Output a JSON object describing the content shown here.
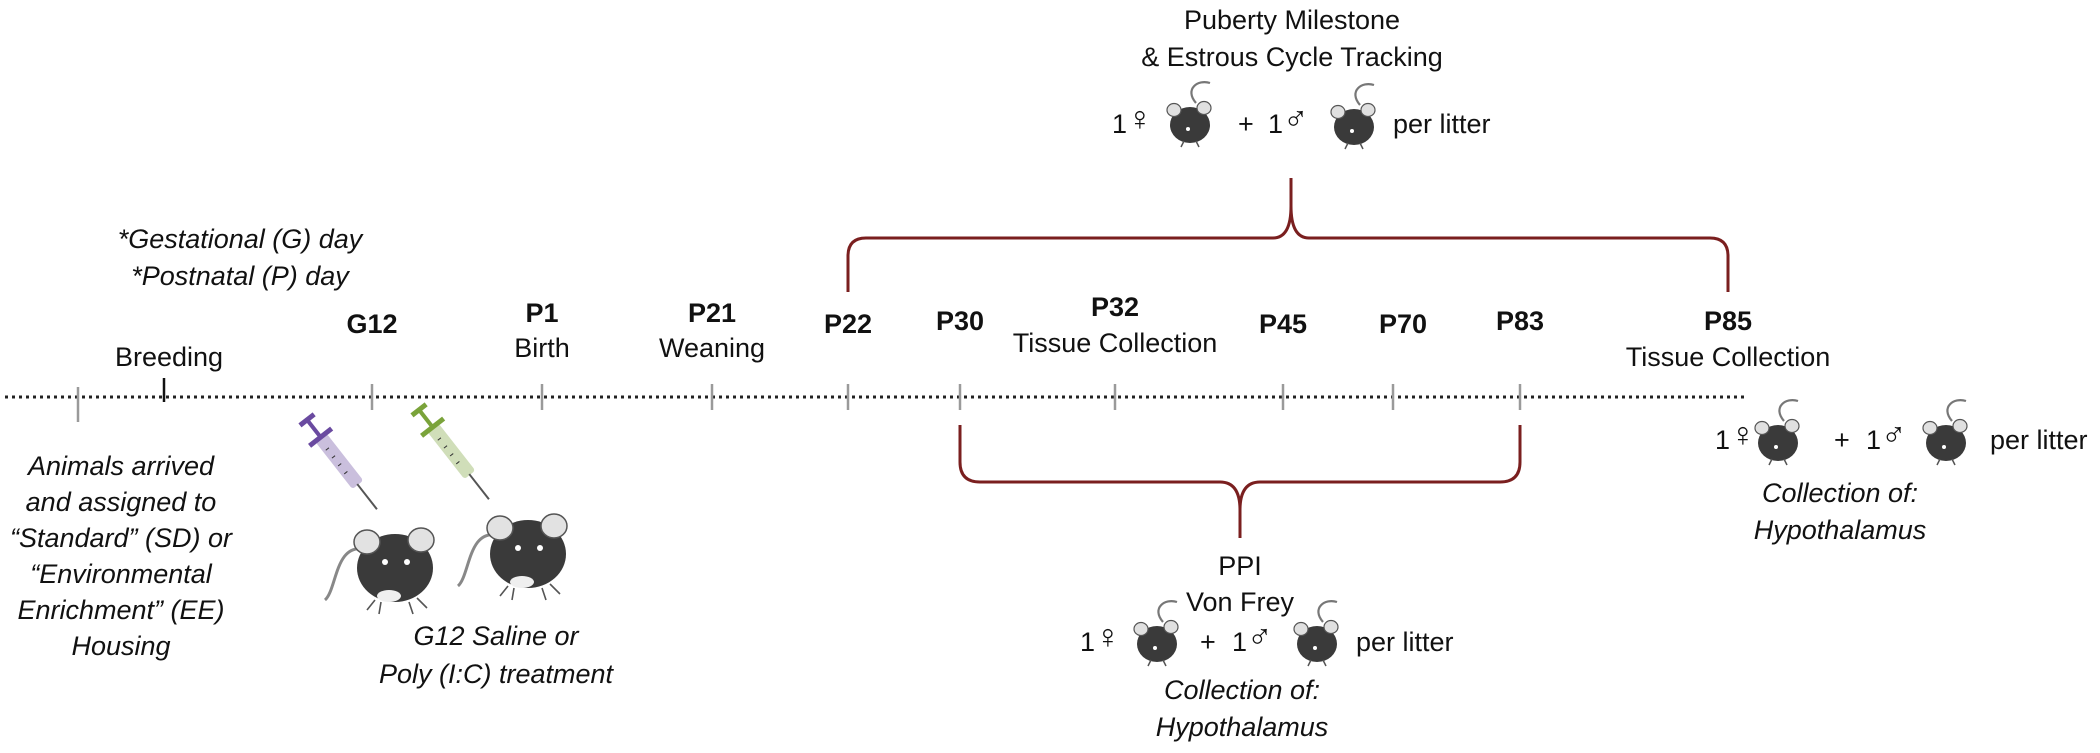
{
  "notes": [
    "*Gestational (G) day",
    "*Postnatal (P) day"
  ],
  "timepoints": {
    "breeding": "Breeding",
    "g12": "G12",
    "p1": "P1",
    "p1_label": "Birth",
    "p21": "P21",
    "p21_label": "Weaning",
    "p22": "P22",
    "p30": "P30",
    "p32": "P32",
    "p32_label": "Tissue Collection",
    "p45": "P45",
    "p70": "P70",
    "p83": "P83",
    "p85": "P85",
    "p85_label": "Tissue Collection"
  },
  "arrival_text": [
    "Animals arrived",
    "and assigned to",
    "“Standard” (SD) or",
    "“Environmental",
    "Enrichment” (EE)",
    "Housing"
  ],
  "treatment_text": [
    "G12 Saline or",
    "Poly (I:C) treatment"
  ],
  "puberty": {
    "title": [
      "Puberty Milestone",
      "& Estrous Cycle Tracking"
    ]
  },
  "behavior": {
    "lines": [
      "PPI",
      "Von Frey"
    ],
    "collection": [
      "Collection of:",
      "Hypothalamus"
    ]
  },
  "final": {
    "collection": [
      "Collection of:",
      "Hypothalamus"
    ]
  },
  "count_row": {
    "female_count": "1",
    "female_symbol": "♀",
    "plus": "+",
    "male_count": "1",
    "male_symbol": "♂",
    "suffix": "per litter"
  },
  "colors": {
    "bracket": "#7a1f1f",
    "syringe_purple": "#6a4aa0",
    "syringe_green": "#7aa33a",
    "mouse_body": "#3a3a3a",
    "tick": "#9a9a9a"
  },
  "icons": [
    "syringe-icon",
    "mouse-icon",
    "female-symbol-icon",
    "male-symbol-icon"
  ]
}
